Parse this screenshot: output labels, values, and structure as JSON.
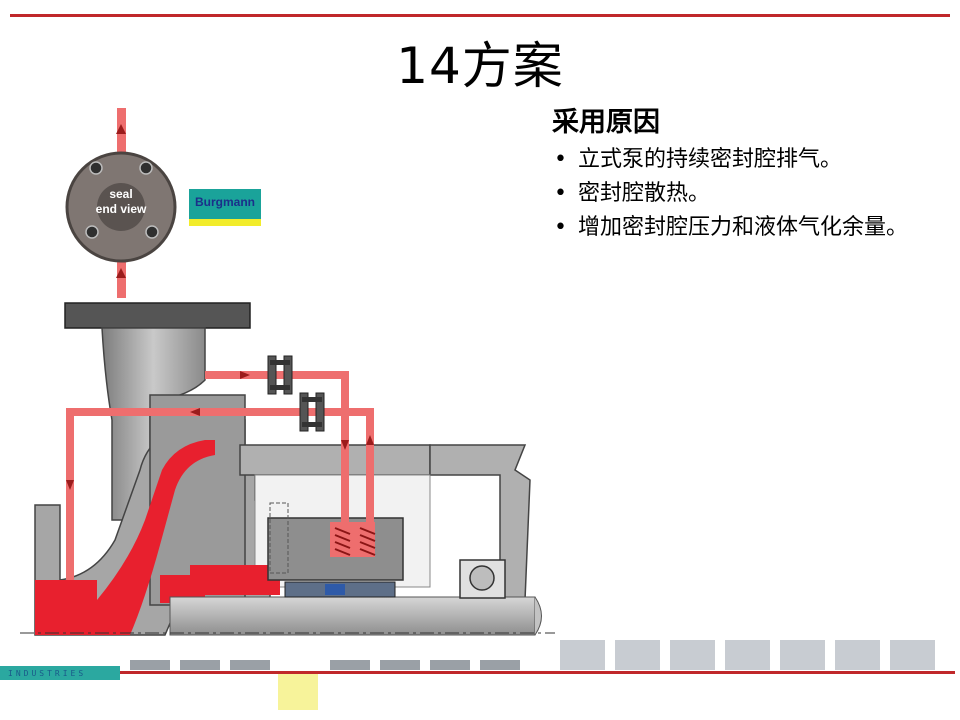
{
  "slide": {
    "title": "14方案",
    "reason_heading": "采用原因",
    "bullets": [
      "立式泵的持续密封腔排气。",
      "密封腔散热。",
      "增加密封腔压力和液体气化余量。"
    ]
  },
  "diagram": {
    "seal_label_line1": "seal",
    "seal_label_line2": "end view",
    "logo_text": "Burgmann",
    "footer_brand": "INDUSTRIES"
  },
  "colors": {
    "accent_line": "#c0282a",
    "flow_pipe": "#ee6e6e",
    "process_fluid": "#e8202e",
    "casing_gray": "#9a9a9a",
    "logo_teal": "#1aa39a",
    "logo_yellow": "#f2ec2a"
  }
}
